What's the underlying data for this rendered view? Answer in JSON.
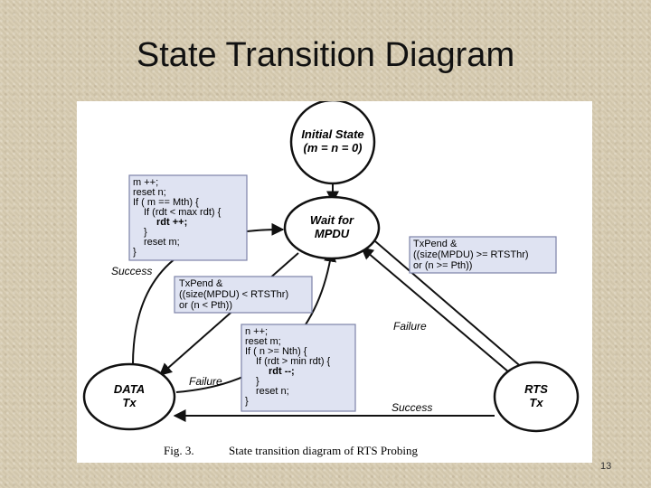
{
  "slide": {
    "title": "State Transition Diagram",
    "number": "13"
  },
  "states": {
    "initial": {
      "line1": "Initial State",
      "line2": "(m = n = 0)"
    },
    "wait": {
      "line1": "Wait for",
      "line2": "MPDU"
    },
    "data": {
      "line1": "DATA",
      "line2": "Tx"
    },
    "rts": {
      "line1": "RTS",
      "line2": "Tx"
    }
  },
  "edge_labels": {
    "success_left": "Success",
    "failure_mid": "Failure",
    "failure_right": "Failure",
    "success_bottom": "Success"
  },
  "condition_boxes": {
    "success_update": [
      "m ++;",
      "reset n;",
      "If ( m == Mth) {",
      "If (rdt < max rdt) {",
      "rdt ++;",
      "}",
      "reset m;",
      "}"
    ],
    "data_condition": [
      "TxPend &",
      "((size(MPDU) < RTSThr)",
      "or (n < Pth))"
    ],
    "rts_condition": [
      "TxPend &",
      "((size(MPDU) >= RTSThr)",
      "or (n >= Pth))"
    ],
    "failure_update": [
      "n ++;",
      "reset m;",
      "If ( n >= Nth) {",
      "If (rdt > min rdt) {",
      "rdt --;",
      "}",
      "reset n;",
      "}"
    ]
  },
  "caption": {
    "label": "Fig. 3.",
    "text": "State transition diagram of RTS Probing"
  },
  "colors": {
    "box_fill": "#dfe3f2",
    "box_stroke": "#7d83a8",
    "background": "#d8ccb2"
  }
}
